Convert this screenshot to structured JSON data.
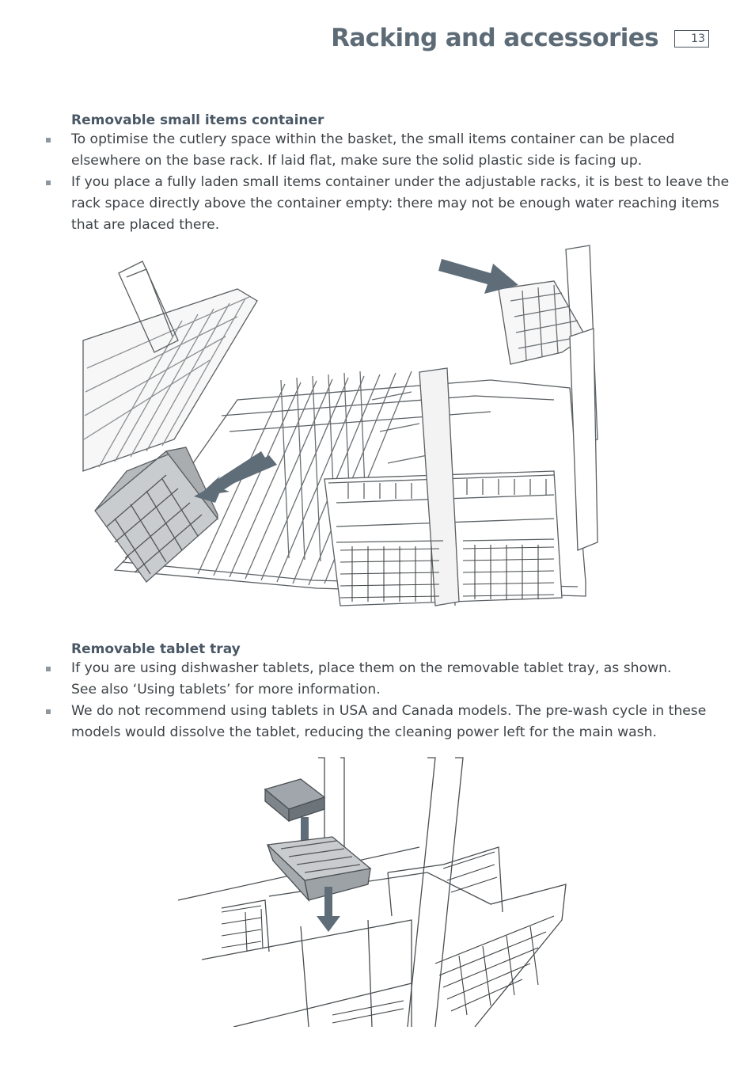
{
  "header": {
    "title": "Racking and accessories",
    "page_number": "13"
  },
  "sections": [
    {
      "heading": "Removable small items container",
      "bullets": [
        {
          "line1": "To optimise the cutlery space within the basket, the small items container can be placed",
          "line2": "elsewhere on the base rack. If laid flat, make sure the solid plastic side is facing up.",
          "line3": ""
        },
        {
          "line1": "If you place a fully laden small items container under the adjustable racks, it is best to leave the",
          "line2": "rack space directly above the container empty: there may not be enough water reaching items",
          "line3": "that are placed there."
        }
      ]
    },
    {
      "heading": "Removable tablet tray",
      "bullets": [
        {
          "line1": "If you are using dishwasher tablets, place them on the removable tablet tray, as shown.",
          "line2": "See also ‘Using tablets’ for more information.",
          "line3": ""
        },
        {
          "line1": "We do not recommend using tablets in USA and Canada models. The pre-wash cycle in these",
          "line2": "models would dissolve the tablet, reducing the cleaning power left for the main wash.",
          "line3": ""
        }
      ]
    }
  ],
  "colors": {
    "arrow": "#5f6d78",
    "line": "#5a5f63",
    "basket_fill": "#c9cccf",
    "tablet_fill": "#8f959a"
  }
}
